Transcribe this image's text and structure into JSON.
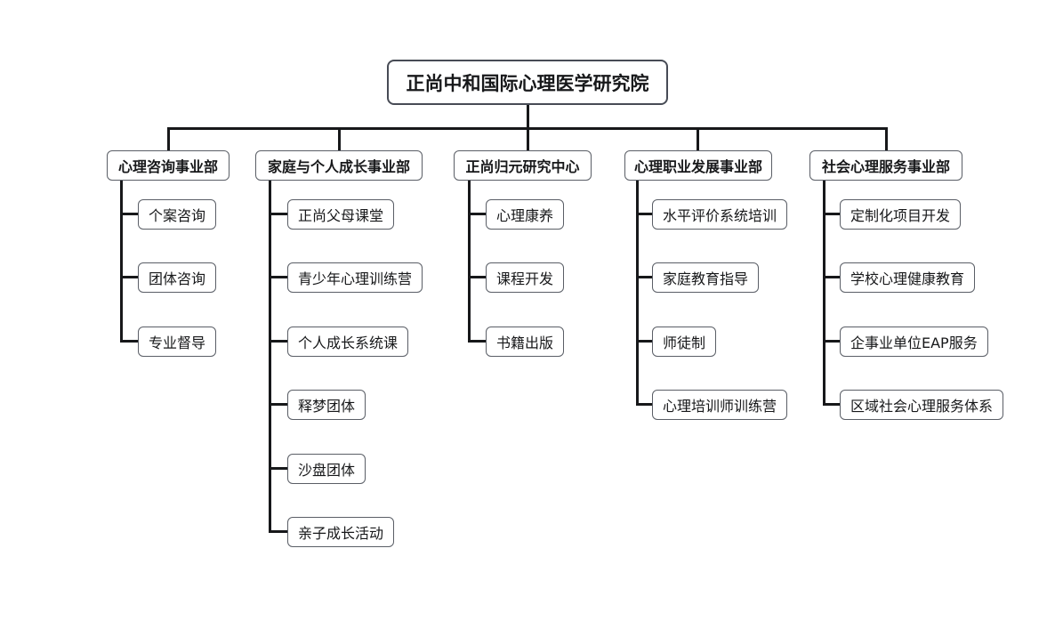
{
  "chart_data": {
    "type": "org-tree",
    "title": "正尚中和国际心理医学研究院",
    "root": {
      "label": "正尚中和国际心理医学研究院"
    },
    "divisions": [
      {
        "label": "心理咨询事业部",
        "children": [
          "个案咨询",
          "团体咨询",
          "专业督导"
        ]
      },
      {
        "label": "家庭与个人成长事业部",
        "children": [
          "正尚父母课堂",
          "青少年心理训练营",
          "个人成长系统课",
          "释梦团体",
          "沙盘团体",
          "亲子成长活动"
        ]
      },
      {
        "label": "正尚归元研究中心",
        "children": [
          "心理康养",
          "课程开发",
          "书籍出版"
        ]
      },
      {
        "label": "心理职业发展事业部",
        "children": [
          "水平评价系统培训",
          "家庭教育指导",
          "师徒制",
          "心理培训师训练营"
        ]
      },
      {
        "label": "社会心理服务事业部",
        "children": [
          "定制化项目开发",
          "学校心理健康教育",
          "企事业单位EAP服务",
          "区域社会心理服务体系"
        ]
      }
    ],
    "colors": {
      "background": "#ffffff",
      "connector": "#17181a",
      "node_border": "#5a5e66",
      "root_border": "#474b55",
      "text": "#17181a"
    }
  }
}
